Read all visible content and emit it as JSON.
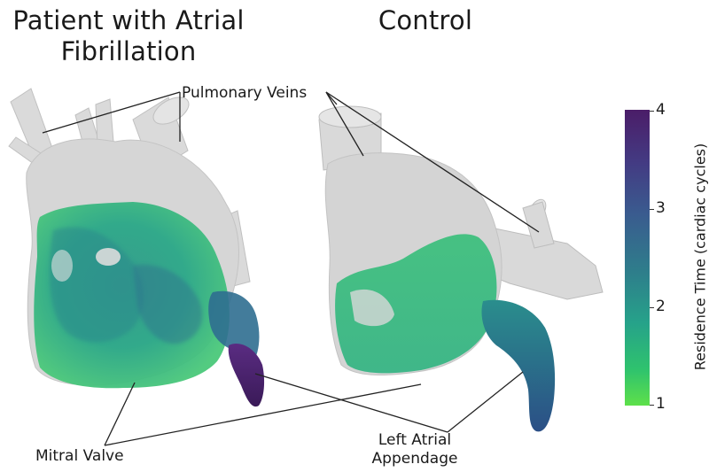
{
  "titles": {
    "left": "Patient with Atrial Fibrillation",
    "right": "Control"
  },
  "labels": {
    "pulmonary_veins": "Pulmonary Veins",
    "mitral_valve": "Mitral Valve",
    "left_atrial_appendage_line1": "Left Atrial",
    "left_atrial_appendage_line2": "Appendage"
  },
  "colorbar": {
    "title": "Residence Time (cardiac cycles)",
    "ticks": [
      "4",
      "3",
      "2",
      "1"
    ],
    "colors": {
      "high": "#4b1d68",
      "mid": "#2e7e8b",
      "low": "#5ee04a"
    }
  }
}
